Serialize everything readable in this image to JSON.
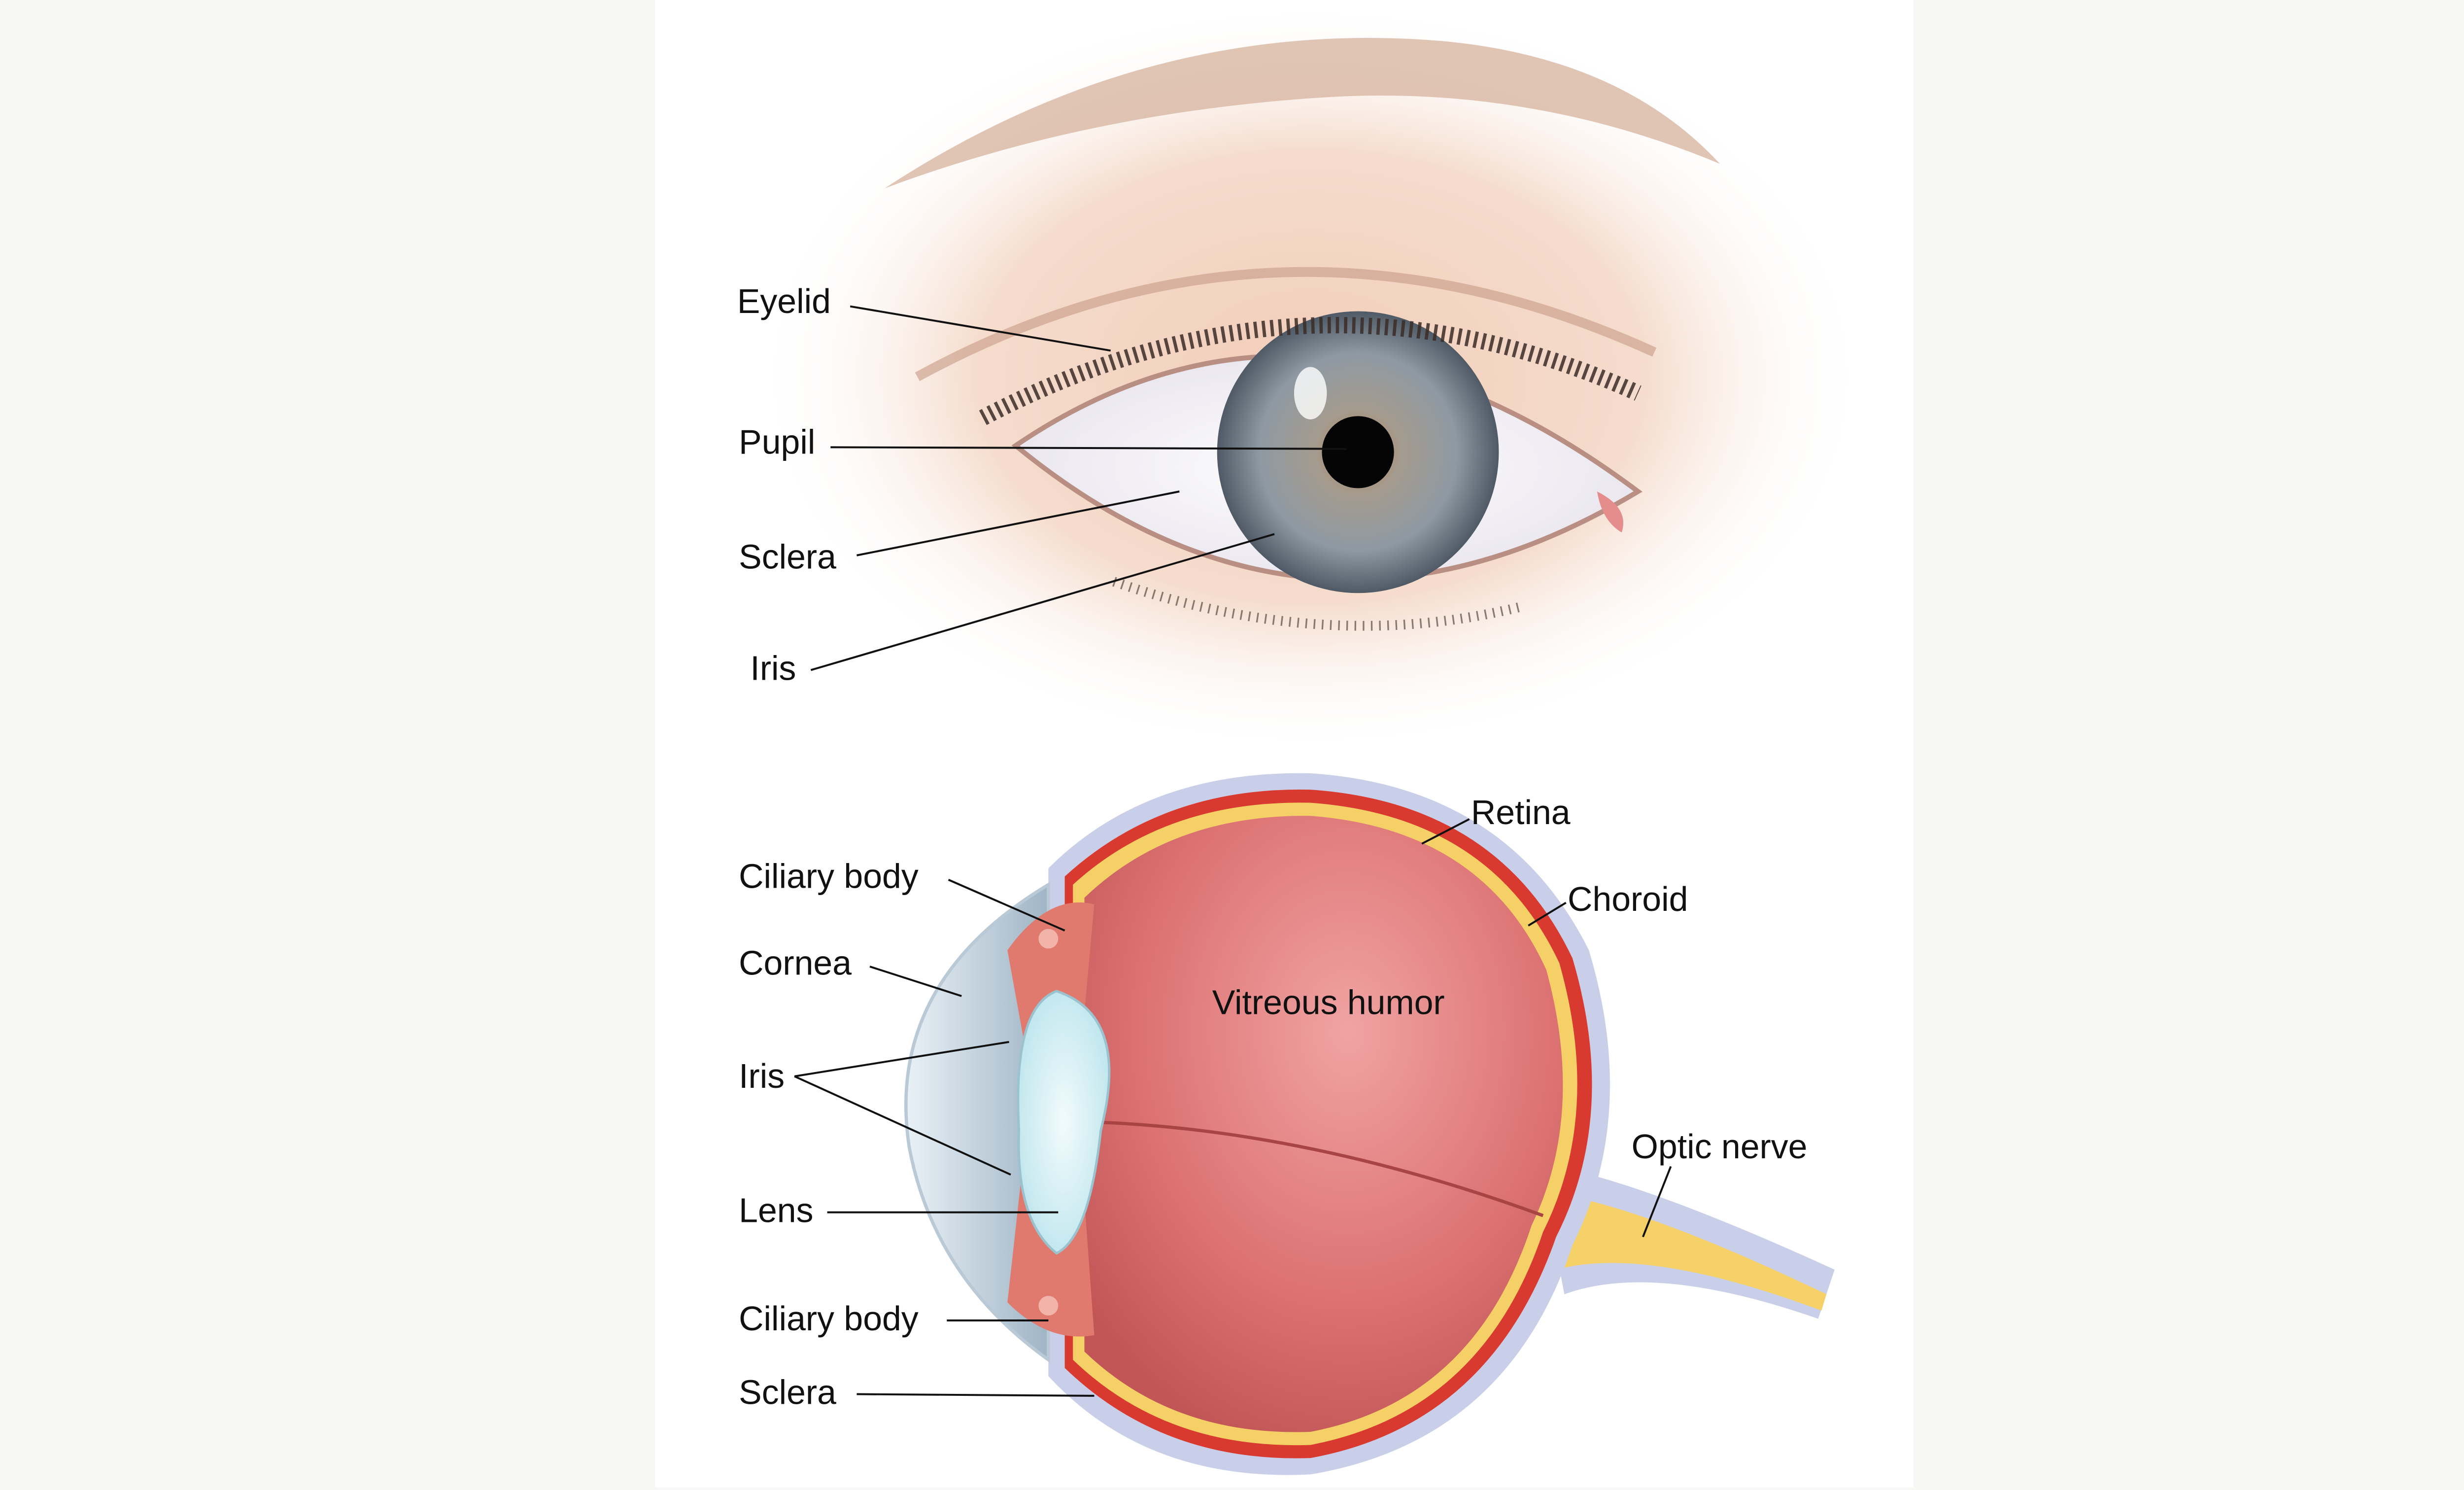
{
  "external_eye": {
    "labels": {
      "eyelid": "Eyelid",
      "pupil": "Pupil",
      "sclera": "Sclera",
      "iris": "Iris"
    }
  },
  "cross_section": {
    "labels": {
      "ciliary_body_top": "Ciliary body",
      "cornea": "Cornea",
      "iris": "Iris",
      "lens": "Lens",
      "ciliary_body_bottom": "Ciliary body",
      "sclera": "Sclera",
      "retina": "Retina",
      "choroid": "Choroid",
      "vitreous_humor": "Vitreous humor",
      "optic_nerve": "Optic nerve"
    }
  },
  "colors": {
    "background": "#f7f7f5",
    "panel": "#ffffff",
    "skin": "#f0d0bd",
    "iris": "#8c969e",
    "sclera_layer": "#c9cfe8",
    "choroid_layer": "#d93a2f",
    "retina_layer": "#f4d067",
    "vitreous": "#d96a6a",
    "lens": "#dff4f7"
  }
}
